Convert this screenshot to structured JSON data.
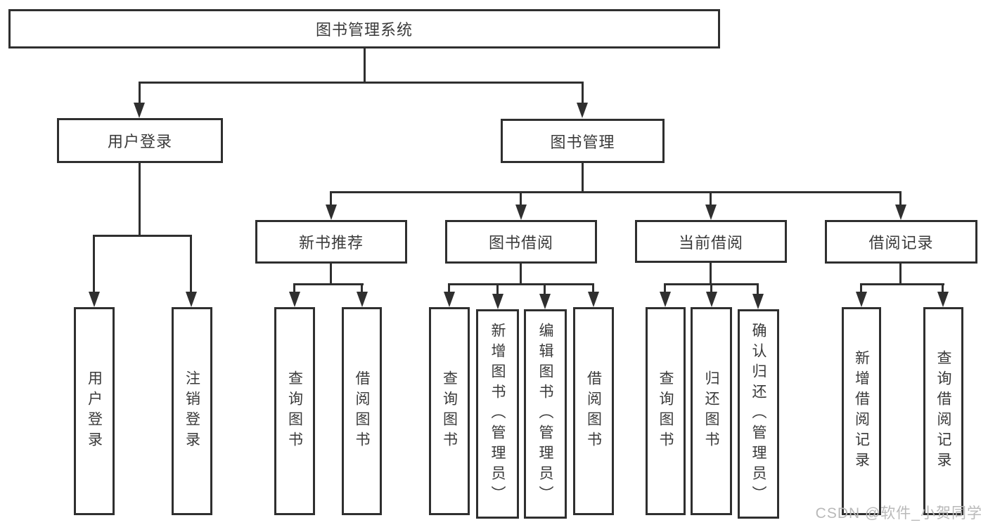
{
  "tree": {
    "root": {
      "label": "图书管理系统",
      "children": [
        {
          "label": "用户登录",
          "children": [
            {
              "label": "用户登录"
            },
            {
              "label": "注销登录"
            }
          ]
        },
        {
          "label": "图书管理",
          "children": [
            {
              "label": "新书推荐",
              "children": [
                {
                  "label": "查询图书"
                },
                {
                  "label": "借阅图书"
                }
              ]
            },
            {
              "label": "图书借阅",
              "children": [
                {
                  "label": "查询图书"
                },
                {
                  "label": "新增图书（管理员）"
                },
                {
                  "label": "编辑图书（管理员）"
                },
                {
                  "label": "借阅图书"
                }
              ]
            },
            {
              "label": "当前借阅",
              "children": [
                {
                  "label": "查询图书"
                },
                {
                  "label": "归还图书"
                },
                {
                  "label": "确认归还（管理员）"
                }
              ]
            },
            {
              "label": "借阅记录",
              "children": [
                {
                  "label": "新增借阅记录"
                },
                {
                  "label": "查询借阅记录"
                }
              ]
            }
          ]
        }
      ]
    }
  },
  "watermark": {
    "text": "CSDN @软件_小贺同学",
    "color": "#b9b9b9"
  },
  "colors": {
    "line": "#2f2f2f",
    "box_border": "#2f2f2f",
    "box_fill": "#ffffff",
    "text": "#3a3a3a",
    "background": "#ffffff"
  }
}
